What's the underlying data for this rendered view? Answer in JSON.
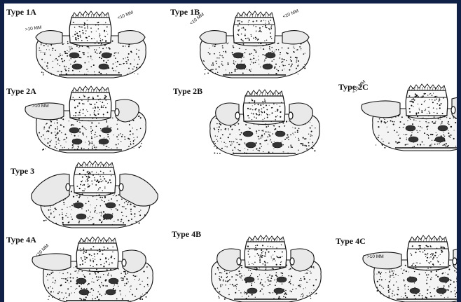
{
  "figure": {
    "panels": [
      {
        "id": "1A",
        "title": "Type 1A",
        "left": {
          "kind": "small",
          "label": ">10 MM"
        },
        "right": {
          "kind": "small",
          "label": "<10 MM"
        }
      },
      {
        "id": "1B",
        "title": "Type 1B",
        "left": {
          "kind": "small",
          "label": "<10 MM"
        },
        "right": {
          "kind": "small",
          "label": "<10 MM"
        }
      },
      {
        "id": "2A",
        "title": "Type 2A",
        "left": {
          "kind": "elongated",
          "label": ">10 MM"
        },
        "right": {
          "kind": "articulated",
          "label": ""
        }
      },
      {
        "id": "2B",
        "title": "Type 2B",
        "left": {
          "kind": "articulated",
          "label": ""
        },
        "right": {
          "kind": "articulated",
          "label": ""
        }
      },
      {
        "id": "2C",
        "title": "Type 2C",
        "left": {
          "kind": "elongated",
          "label": "<10 MM"
        },
        "right": {
          "kind": "articulated",
          "label": ""
        }
      },
      {
        "id": "3",
        "title": "Type 3",
        "left": {
          "kind": "fused",
          "label": ""
        },
        "right": {
          "kind": "fused",
          "label": ""
        }
      },
      {
        "id": "4A",
        "title": "Type 4A",
        "left": {
          "kind": "elongated",
          "label": "<10 MM"
        },
        "right": {
          "kind": "articulated",
          "label": ""
        }
      },
      {
        "id": "4B",
        "title": "Type 4B",
        "left": {
          "kind": "articulated",
          "label": ""
        },
        "right": {
          "kind": "articulated",
          "label": ""
        }
      },
      {
        "id": "4C",
        "title": "Type 4C",
        "left": {
          "kind": "elongated",
          "label": ">10 MM"
        },
        "right": {
          "kind": "articulated",
          "label": ""
        }
      }
    ]
  },
  "colors": {
    "background": "#0f2147",
    "paper": "#ffffff",
    "ink": "#111111",
    "bone_fill": "#e9e9e9"
  }
}
